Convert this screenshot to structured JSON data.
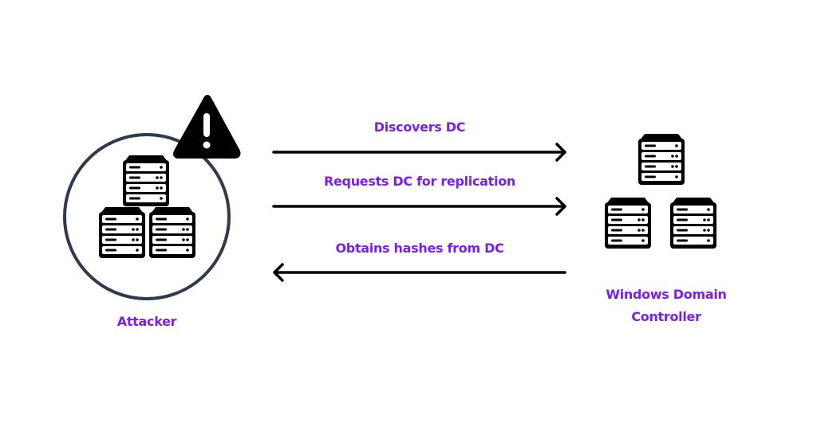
{
  "colors": {
    "accent": "#7b1fe8",
    "ink": "#000000",
    "circle": "#2f3a4a",
    "background": "#ffffff"
  },
  "nodes": {
    "attacker": {
      "label": "Attacker",
      "icons": [
        "server-stack-icon",
        "warning-triangle-icon"
      ]
    },
    "domain_controller": {
      "label_line1": "Windows Domain",
      "label_line2": "Controller",
      "icons": [
        "server-stack-icon"
      ]
    }
  },
  "edges": [
    {
      "label": "Discovers DC",
      "direction": "attacker-to-dc"
    },
    {
      "label": "Requests DC for replication",
      "direction": "attacker-to-dc"
    },
    {
      "label": "Obtains hashes from DC",
      "direction": "dc-to-attacker"
    }
  ]
}
